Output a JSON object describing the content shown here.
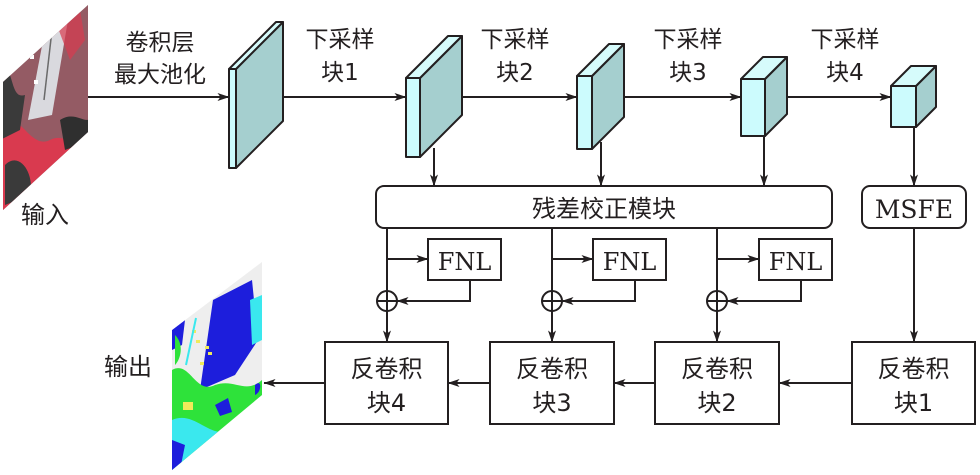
{
  "input": {
    "label": "输入"
  },
  "output": {
    "label": "输出"
  },
  "stem": {
    "line1": "卷积层",
    "line2": "最大池化"
  },
  "downsample": [
    {
      "line1": "下采样",
      "line2": "块1"
    },
    {
      "line1": "下采样",
      "line2": "块2"
    },
    {
      "line1": "下采样",
      "line2": "块3"
    },
    {
      "line1": "下采样",
      "line2": "块4"
    }
  ],
  "residual_module": {
    "label": "残差校正模块"
  },
  "msfe": {
    "label": "MSFE"
  },
  "fnl": [
    {
      "label": "FNL"
    },
    {
      "label": "FNL"
    },
    {
      "label": "FNL"
    }
  ],
  "deconv": [
    {
      "line1": "反卷积",
      "line2": "块1"
    },
    {
      "line1": "反卷积",
      "line2": "块2"
    },
    {
      "line1": "反卷积",
      "line2": "块3"
    },
    {
      "line1": "反卷积",
      "line2": "块4"
    }
  ],
  "colors": {
    "line": "#231f20",
    "block_front": "#ccfbfd",
    "block_side": "#a5cfcf",
    "block_top": "#d6fbfb",
    "seg_blue": "#1d1edc",
    "seg_green": "#2ee23a",
    "seg_cyan": "#3ae8ee",
    "seg_white": "#eeeeee",
    "seg_yellow": "#f0ea5a",
    "rs_red": "#d93a4f",
    "rs_gray": "#8a8a8a",
    "rs_dark": "#3a3a3a",
    "rs_light": "#d9d9de"
  }
}
